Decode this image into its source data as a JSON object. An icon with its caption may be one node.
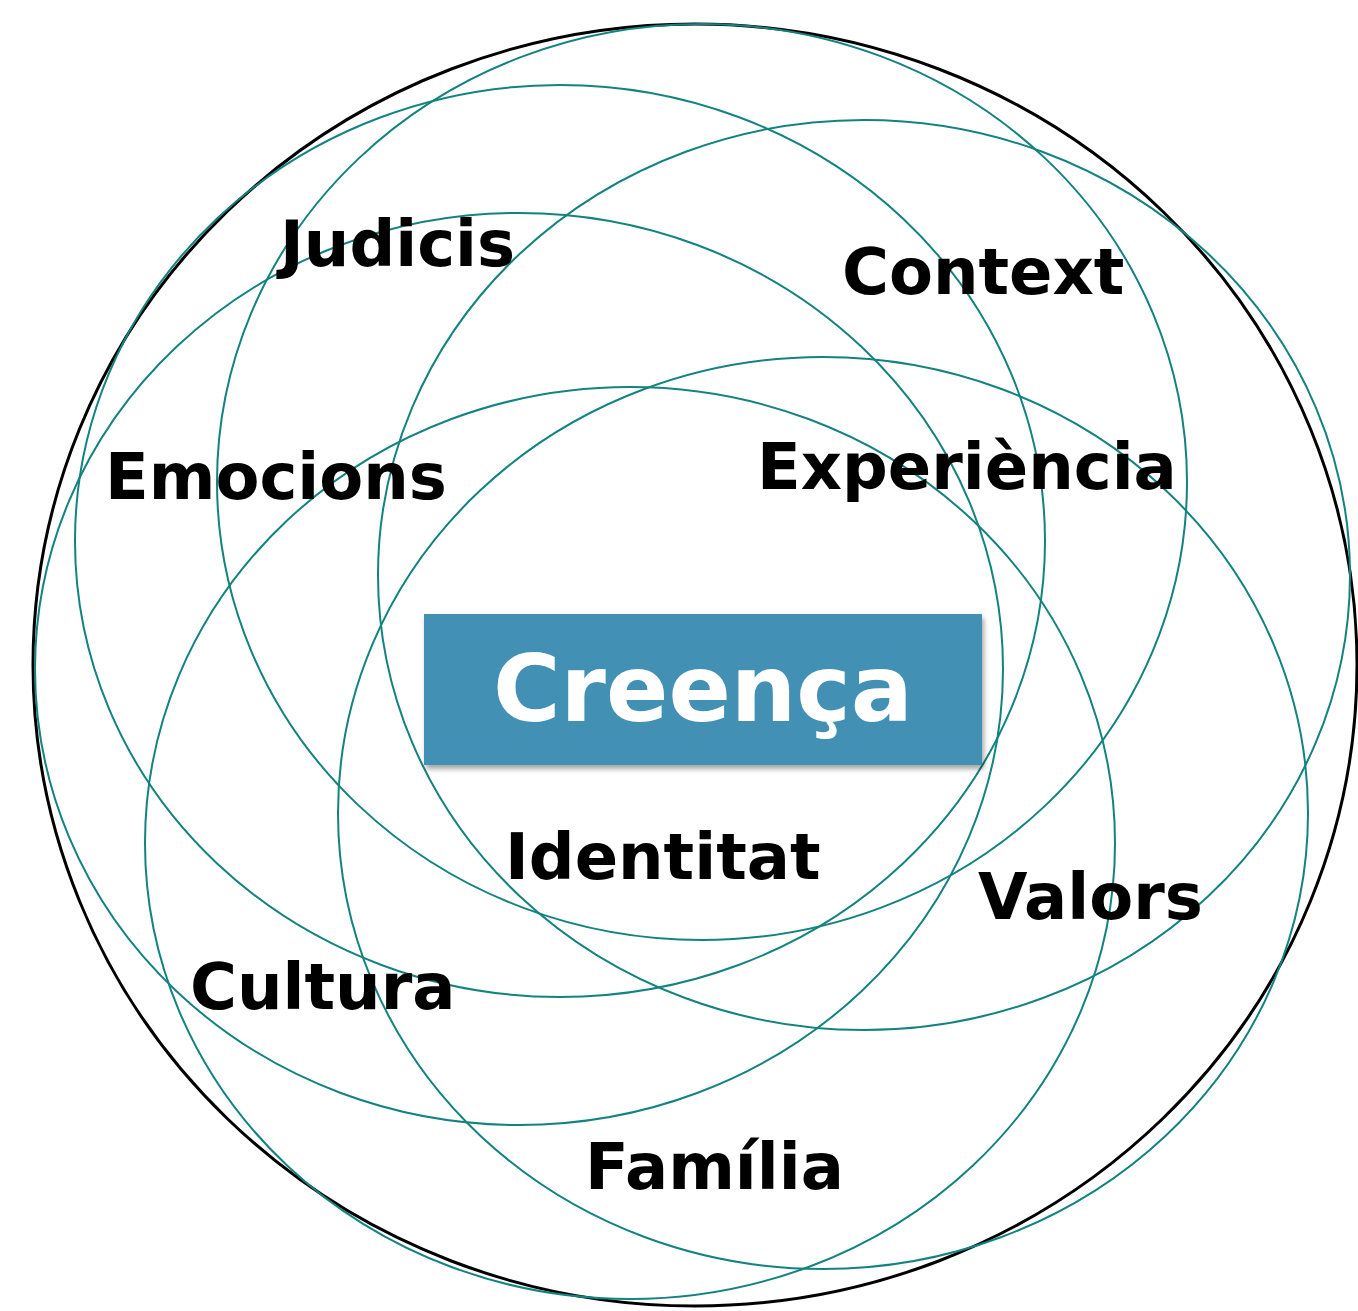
{
  "diagram": {
    "nodes": [
      {
        "text": [
          "Creença"
        ]
      }
    ],
    "labels": [
      "Judicis",
      "Context",
      "Emocions",
      "Experiència",
      "Identitat",
      "Valors",
      "Cultura",
      "Família"
    ]
  }
}
